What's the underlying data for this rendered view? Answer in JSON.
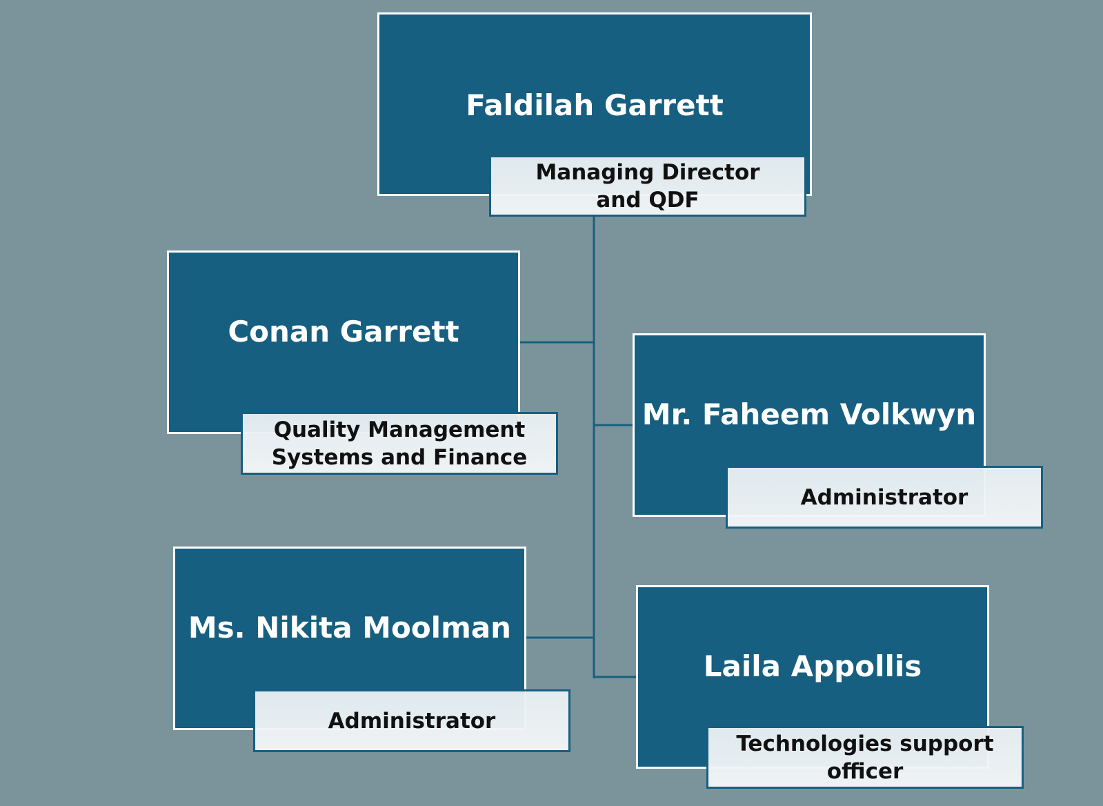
{
  "colors": {
    "background": "#7b949b",
    "node_fill": "#175f80",
    "node_border": "#ffffff",
    "role_fill": "#eef3f5",
    "role_border": "#175f80",
    "connector": "#175f80"
  },
  "org_chart": {
    "root": {
      "name": "Faldilah Garrett",
      "role": "Managing Director and QDF"
    },
    "children": [
      {
        "name": "Conan Garrett",
        "role": "Quality Management Systems and Finance"
      },
      {
        "name": "Mr. Faheem Volkwyn",
        "role": "Administrator"
      },
      {
        "name": "Ms. Nikita Moolman",
        "role": "Administrator"
      },
      {
        "name": "Laila Appollis",
        "role": "Technologies support officer"
      }
    ]
  }
}
